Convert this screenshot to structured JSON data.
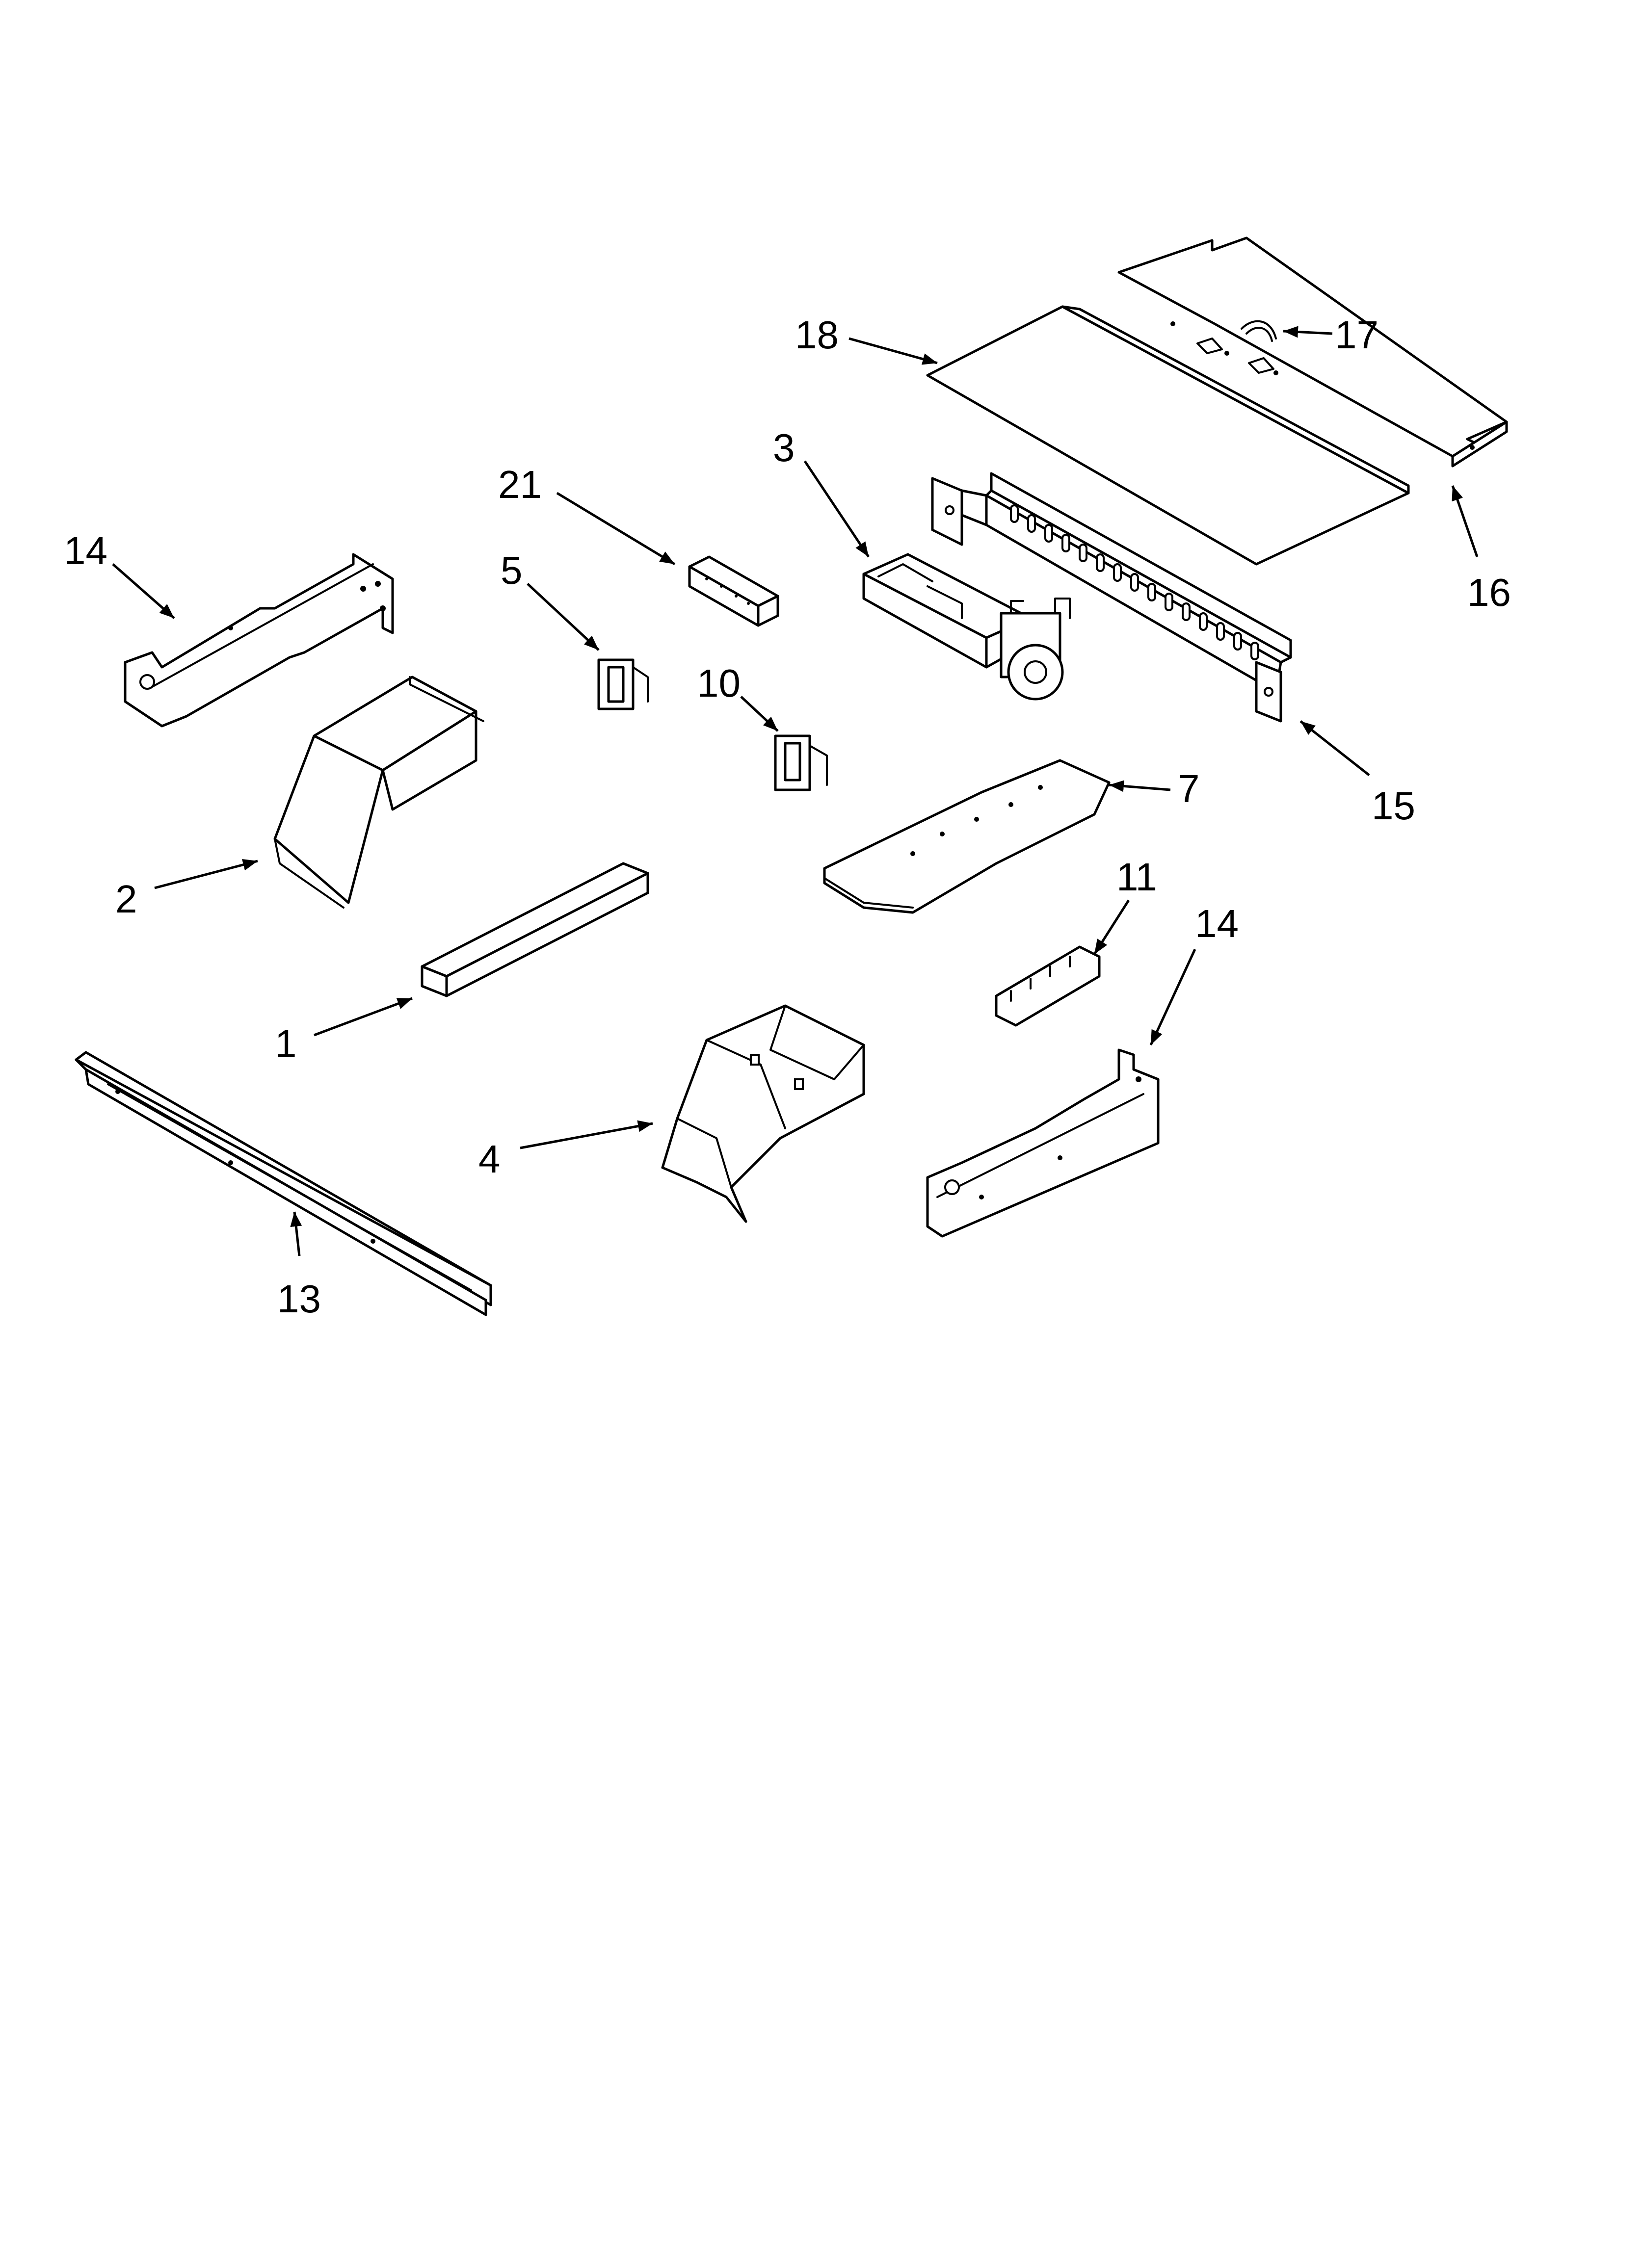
{
  "callouts": {
    "c1": "1",
    "c2": "2",
    "c3": "3",
    "c4": "4",
    "c5": "5",
    "c7": "7",
    "c10": "10",
    "c11": "11",
    "c13": "13",
    "c14a": "14",
    "c14b": "14",
    "c15": "15",
    "c16": "16",
    "c17": "17",
    "c18": "18",
    "c21": "21"
  }
}
